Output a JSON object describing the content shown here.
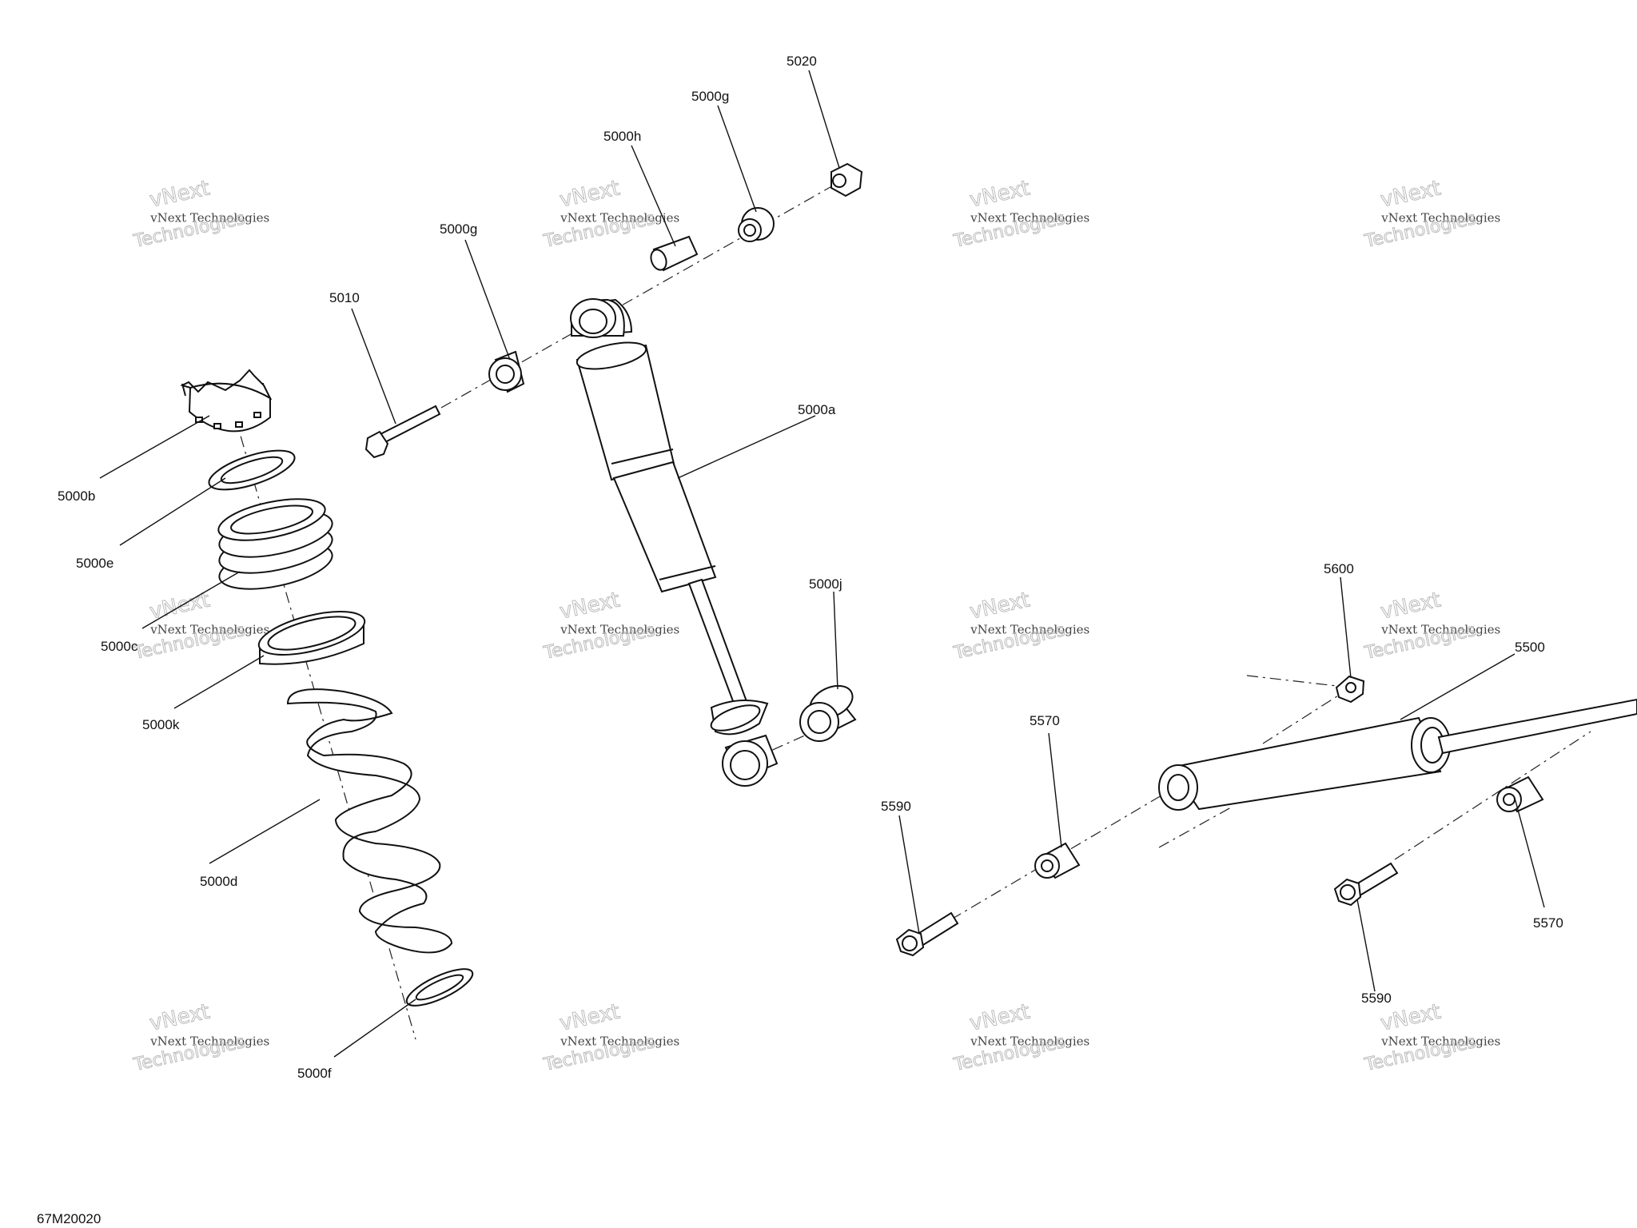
{
  "diagram_code": "67M20020",
  "watermark": {
    "line1": "vNext Technologies",
    "line2": "vNext",
    "line3": "Technologies"
  },
  "labels": {
    "l5020": "5020",
    "l5000g_top": "5000g",
    "l5000h": "5000h",
    "l5000g": "5000g",
    "l5010": "5010",
    "l5000a": "5000a",
    "l5000b": "5000b",
    "l5000e": "5000e",
    "l5000c": "5000c",
    "l5000k": "5000k",
    "l5000d": "5000d",
    "l5000f": "5000f",
    "l5000j": "5000j",
    "l5600": "5600",
    "l5500": "5500",
    "l5570_left": "5570",
    "l5590_left": "5590",
    "l5570_right": "5570",
    "l5590_right": "5590"
  }
}
